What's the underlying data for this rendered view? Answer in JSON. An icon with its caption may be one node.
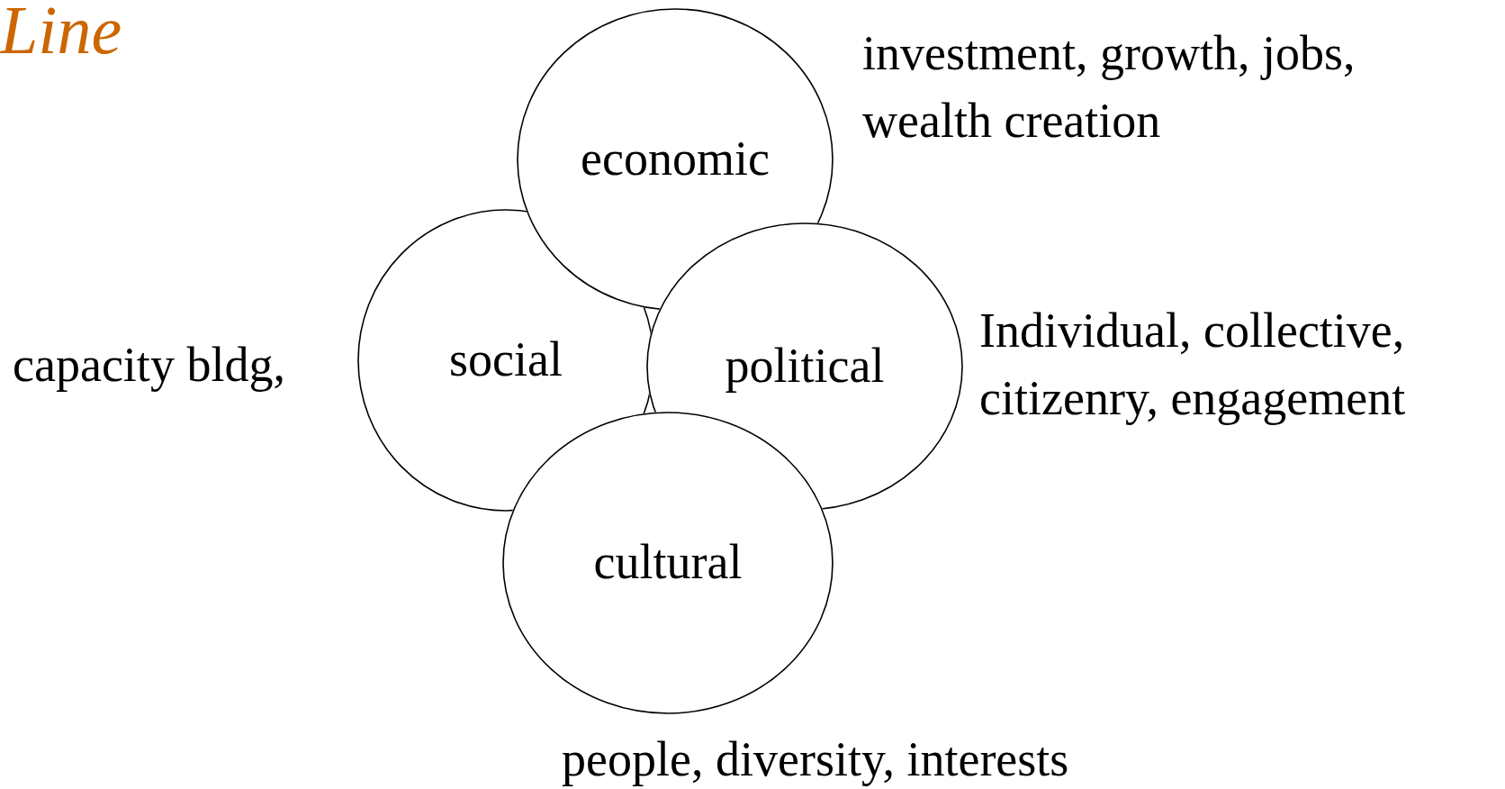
{
  "diagram": {
    "title": "Line",
    "nodes": [
      {
        "text": [
          "economic"
        ],
        "beside": [
          "investment, growth, jobs, wealth creation"
        ]
      },
      {
        "text": [
          "social"
        ],
        "beside": [
          "capacity bldg,"
        ]
      },
      {
        "text": [
          "political"
        ],
        "beside": [
          "Individual, collective, citizenry, engagement"
        ]
      },
      {
        "text": [
          "cultural"
        ],
        "beside": [
          "people, diversity, interests"
        ]
      }
    ]
  }
}
